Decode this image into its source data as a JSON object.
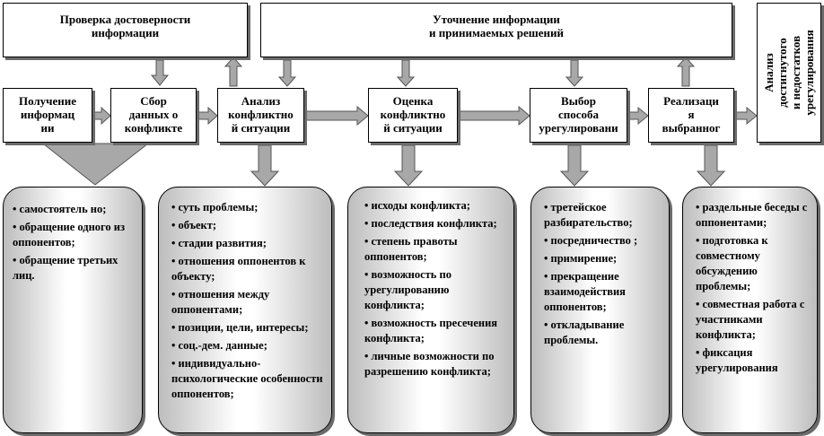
{
  "colors": {
    "arrow_fill": "#a8a8a8",
    "arrow_stroke": "#555555",
    "panel_edge": "#bdbdbd",
    "panel_center": "#ffffff",
    "shadow": "#6a6a6a"
  },
  "top_boxes": {
    "verification": "Проверка достоверности\nинформации",
    "refinement": "Уточнение информации\nи принимаемых решений"
  },
  "side_box": "Анализ\nдостигнутого\nи недостатков\nурегулирования",
  "steps": [
    "Получение\nинформац\nии",
    "Сбор\nданных о\nконфликте",
    "Анализ\nконфликтно\nй ситуации",
    "Оценка\nконфликтно\nй ситуации",
    "Выбор\nспособа\nурегулировани",
    "Реализаци\nя\nвыбранног"
  ],
  "panels": [
    {
      "items": [
        "самостоятель но;",
        "обращение одного из оппонентов;",
        "обращение третьих лиц."
      ]
    },
    {
      "items": [
        "суть проблемы;",
        "объект;",
        "стадии развития;",
        "отношения оппонентов к объекту;",
        "отношения между оппонентами;",
        "позиции, цели, интересы;",
        "соц.-дем. данные;",
        "индивидуально-психологические особенности оппонентов;"
      ]
    },
    {
      "items": [
        "исходы конфликта;",
        "последствия конфликта;",
        "степень правоты оппонентов;",
        "возможность по урегулированию конфликта;",
        "возможность пресечения конфликта;",
        "личные возможности по разрешению конфликта;"
      ]
    },
    {
      "items": [
        "третейское разбирательство;",
        "посредничество ;",
        "примирение;",
        "прекращение взаимодействия оппонентов;",
        "откладывание проблемы."
      ]
    },
    {
      "items": [
        "раздельные беседы с оппонентами;",
        "подготовка к совместному обсуждению проблемы;",
        "совместная работа с участниками конфликта;",
        "фиксация урегулирования"
      ]
    }
  ]
}
